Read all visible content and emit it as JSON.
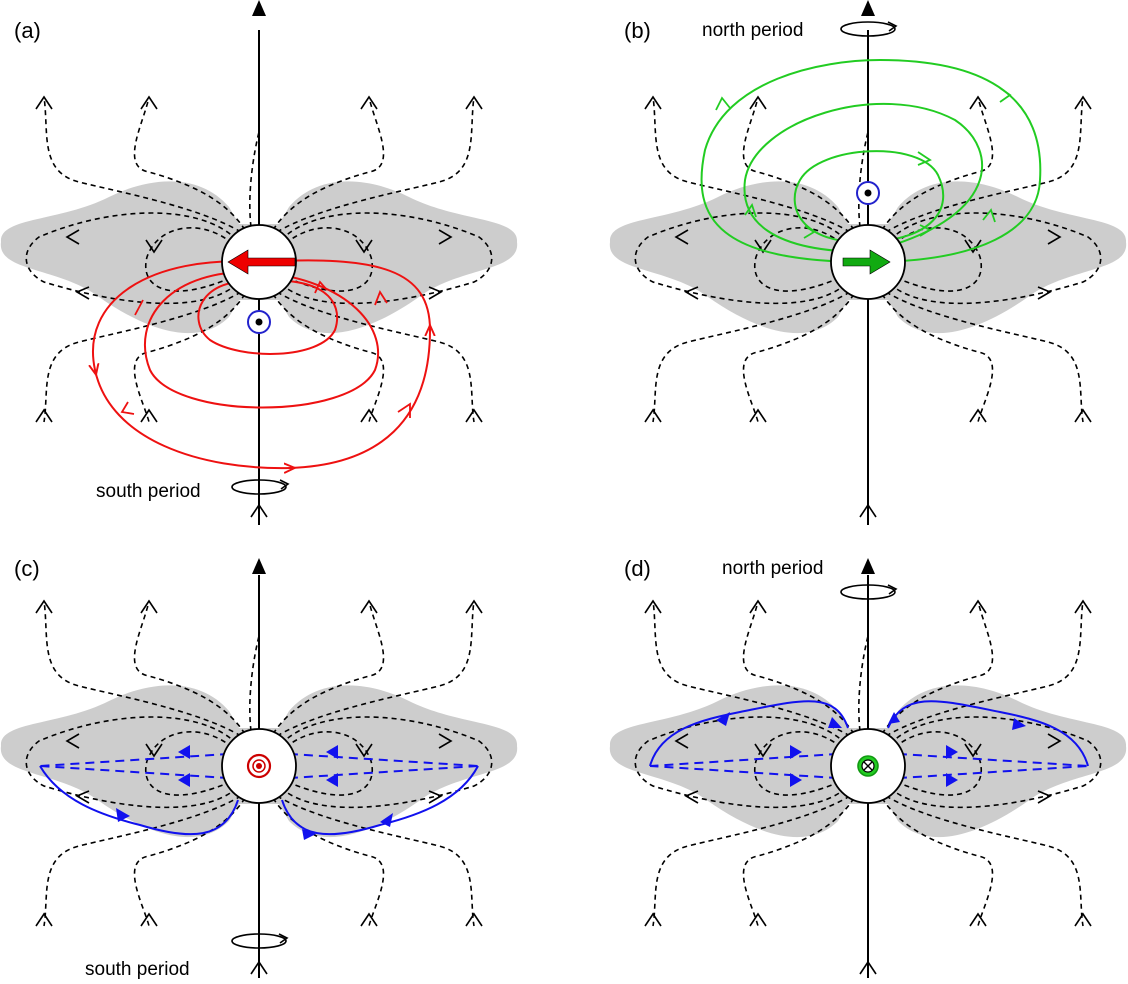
{
  "panels": [
    {
      "label": "(a)",
      "period_label": "south period",
      "period_position": "bottom",
      "star_marker": "blue-dot-below-star",
      "field": "red-poloidal-loops-below",
      "arrow_dir": "left"
    },
    {
      "label": "(b)",
      "period_label": "north period",
      "period_position": "top",
      "star_marker": "blue-dot-above-star",
      "field": "green-poloidal-loops-above",
      "arrow_dir": "right"
    },
    {
      "label": "(c)",
      "period_label": "south period",
      "period_position": "bottom",
      "star_marker": "red-dot-in-star",
      "field": "blue-disk-loops-left"
    },
    {
      "label": "(d)",
      "period_label": "north period",
      "period_position": "top",
      "star_marker": "green-cross-in-star",
      "field": "blue-disk-loops-right"
    }
  ],
  "colors": {
    "disk": "#cdcdcd",
    "red_field": "#ee1111",
    "green_field": "#22cc22",
    "blue_field": "#1111ee",
    "red_arrow": "#ee0000",
    "green_arrow": "#11aa11",
    "marker_blue": "#2222cc",
    "marker_red": "#cc0000",
    "marker_green": "#119911"
  },
  "icons": [
    "rotation-arrow-icon",
    "out-of-page-dot-icon",
    "into-page-cross-icon"
  ]
}
